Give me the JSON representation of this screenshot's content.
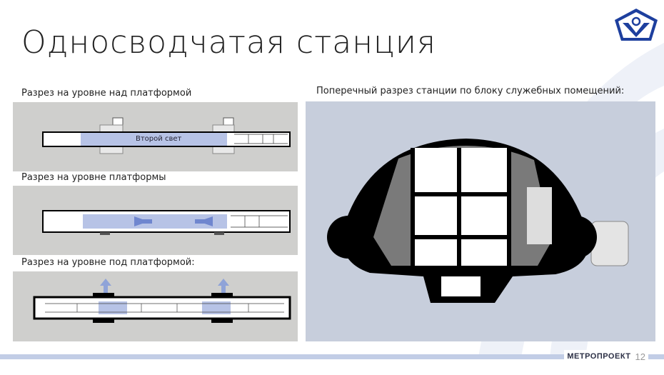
{
  "slide": {
    "title": "Односводчатая станция",
    "page_number": "12",
    "brand": "МЕТРОПРОЕКТ",
    "logo_icon": "metroproekt-pentagon-logo",
    "accent_color": "#1d3f9e"
  },
  "left": {
    "sections": [
      {
        "label": "Разрез на уровне над платформой",
        "annotation": "Второй свет"
      },
      {
        "label": "Разрез на уровне платформы"
      },
      {
        "label": "Разрез на уровне под платформой:"
      }
    ]
  },
  "right": {
    "label": "Поперечный разрез станции по блоку служебных помещений:"
  }
}
